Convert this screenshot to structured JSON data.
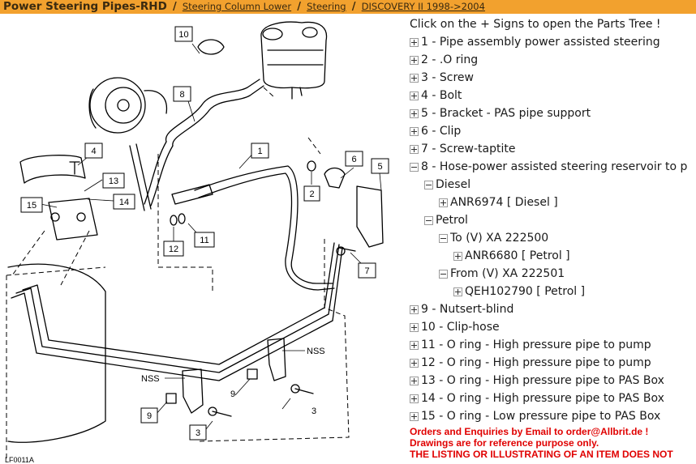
{
  "header": {
    "title": "Power Steering Pipes-RHD",
    "separator": "/",
    "breadcrumbs": [
      "Steering Column Lower",
      "Steering",
      "DISCOVERY II 1998->2004"
    ]
  },
  "tree": {
    "intro": "Click on the + Signs to open the Parts Tree !",
    "items": [
      {
        "label": "1 - Pipe assembly power assisted steering"
      },
      {
        "label": "2 - .O ring"
      },
      {
        "label": "3 - Screw"
      },
      {
        "label": "4 - Bolt"
      },
      {
        "label": "5 - Bracket - PAS pipe support"
      },
      {
        "label": "6 - Clip"
      },
      {
        "label": "7 - Screw-taptite"
      },
      {
        "label": "8 - Hose-power assisted steering reservoir to p"
      },
      {
        "label": "Diesel"
      },
      {
        "label": "ANR6974 [ Diesel ]"
      },
      {
        "label": "Petrol"
      },
      {
        "label": "To (V) XA 222500"
      },
      {
        "label": "ANR6680 [ Petrol ]"
      },
      {
        "label": "From (V) XA 222501"
      },
      {
        "label": "QEH102790 [ Petrol ]"
      },
      {
        "label": "9 - Nutsert-blind"
      },
      {
        "label": "10 - Clip-hose"
      },
      {
        "label": "11 - O ring - High pressure pipe to pump"
      },
      {
        "label": "12 - O ring - High pressure pipe to pump"
      },
      {
        "label": "13 - O ring - High pressure pipe to PAS Box"
      },
      {
        "label": "14 - O ring - High pressure pipe to PAS Box"
      },
      {
        "label": "15 - O ring - Low pressure pipe to PAS Box"
      }
    ]
  },
  "footer": {
    "line1": "Orders and Enquiries by Email to order@Allbrit.de !",
    "line2": "Drawings are for reference purpose only.",
    "line3": "THE LISTING OR ILLUSTRATING OF AN ITEM DOES NOT"
  },
  "diagram": {
    "callouts": {
      "c1": "1",
      "c2": "2",
      "c3a": "3",
      "c3b": "3",
      "c4": "4",
      "c5": "5",
      "c6": "6",
      "c7": "7",
      "c8": "8",
      "c9a": "9",
      "c9b": "9",
      "c10": "10",
      "c11": "11",
      "c12": "12",
      "c13": "13",
      "c14": "14",
      "c15": "15"
    },
    "nss_left": "NSS",
    "nss_right": "NSS",
    "ref_code": "LF0011A"
  },
  "colors": {
    "header_bg": "#f2a12e",
    "warning_text": "#e00000"
  }
}
